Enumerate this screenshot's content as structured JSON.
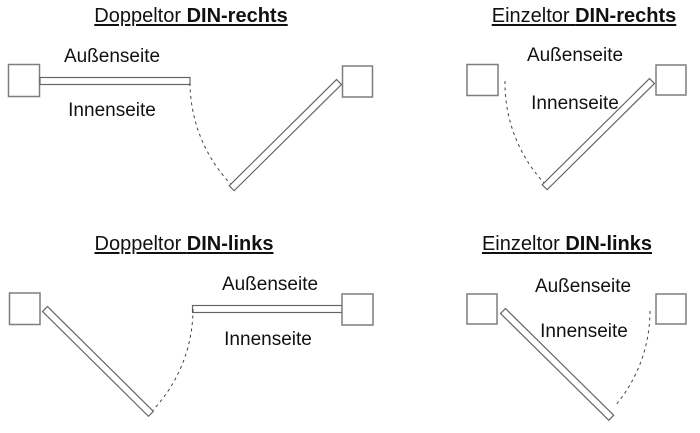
{
  "colors": {
    "background": "#ffffff",
    "text": "#111111",
    "post_stroke": "#7e7e7e",
    "leaf_stroke": "#666666",
    "arc_stroke": "#444444"
  },
  "panels": [
    {
      "id": "doppeltor-din-rechts",
      "title_regular": "Doppeltor ",
      "title_bold": "DIN-rechts",
      "label_outside": "Außenseite",
      "label_inside": "Innenseite"
    },
    {
      "id": "einzeltor-din-rechts",
      "title_regular": "Einzeltor ",
      "title_bold": "DIN-rechts",
      "label_outside": "Außenseite",
      "label_inside": "Innenseite"
    },
    {
      "id": "doppeltor-din-links",
      "title_regular": "Doppeltor ",
      "title_bold": "DIN-links",
      "label_outside": "Außenseite",
      "label_inside": "Innenseite"
    },
    {
      "id": "einzeltor-din-links",
      "title_regular": "Einzeltor ",
      "title_bold": "DIN-links",
      "label_outside": "Außenseite",
      "label_inside": "Innenseite"
    }
  ]
}
